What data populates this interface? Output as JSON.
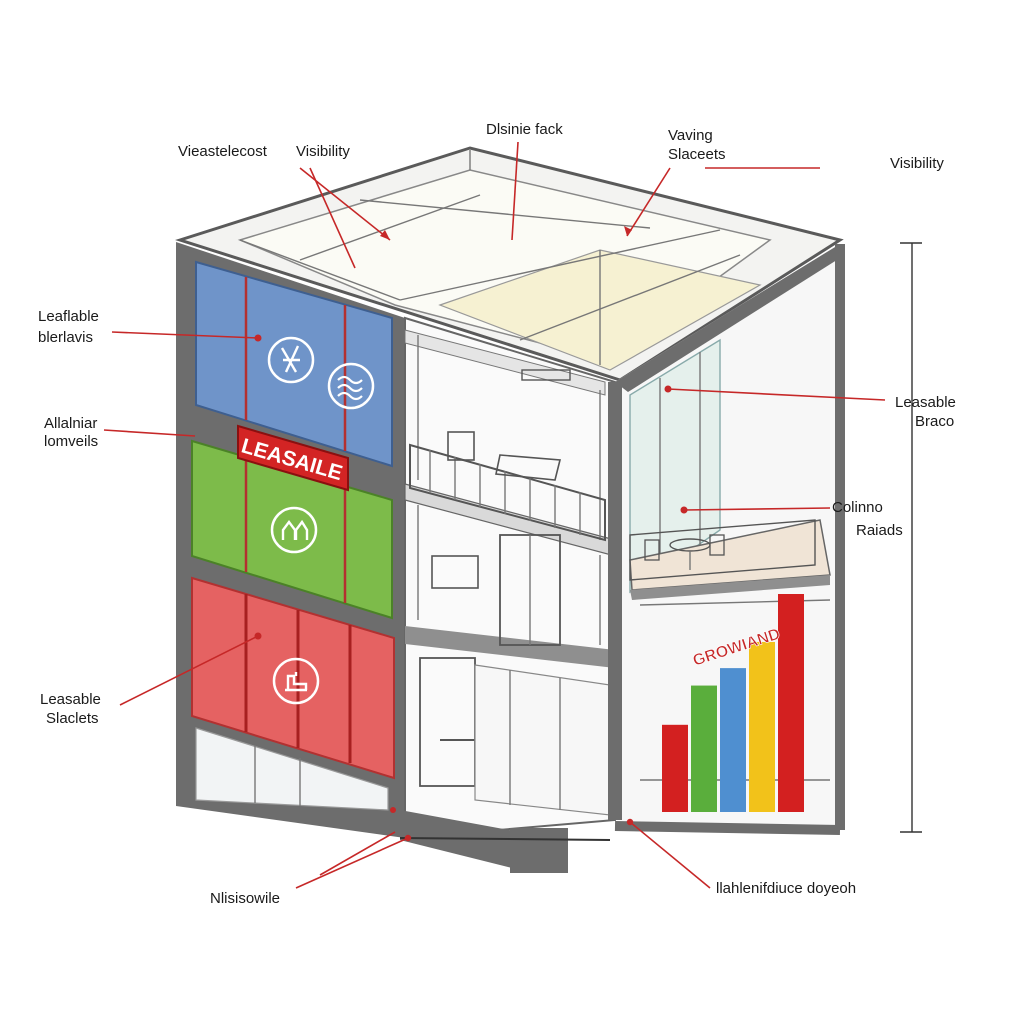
{
  "labels": {
    "top_left_1": "Vieastelecost",
    "top_left_2": "Visibility",
    "top_center": "Dlsinie fack",
    "top_right_1a": "Vaving",
    "top_right_1b": "Slaceets",
    "top_far_right": "Visibility",
    "left_1a": "Leaflable",
    "left_1b": "blerlavis",
    "left_2a": "Allalniar",
    "left_2b": "lomveils",
    "left_3a": "Leasable",
    "left_3b": "Slaclets",
    "right_1a": "Leasable",
    "right_1b": "Braco",
    "right_2a": "Colinno",
    "right_2b": "Raiads",
    "bottom_left": "Nlisisowile",
    "bottom_right": "llahlenifdiuce doyeoh"
  },
  "signs": {
    "leasable": "LEASAILE",
    "growth": "GROWIAND"
  },
  "colors": {
    "accent": "#c62828",
    "blue_panel": "#6f94c9",
    "green_panel": "#7dbb4a",
    "red_panel": "#e56262",
    "bar_red": "#d32020",
    "bar_green": "#5aae3c",
    "bar_blue": "#4f8fd0",
    "bar_yellow": "#f2c21a"
  },
  "growth_bars": [
    {
      "color": "#d32020",
      "level": 0.4
    },
    {
      "color": "#5aae3c",
      "level": 0.58
    },
    {
      "color": "#4f8fd0",
      "level": 0.66
    },
    {
      "color": "#f2c21a",
      "level": 0.78
    },
    {
      "color": "#d32020",
      "level": 1.0
    }
  ],
  "icons": {
    "blue_1": "walk-icon",
    "blue_2": "wave-icon",
    "green_1": "people-icon",
    "red_1": "desk-icon"
  }
}
